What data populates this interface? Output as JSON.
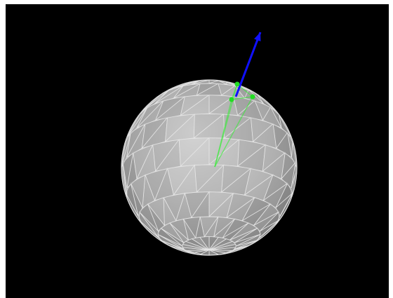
{
  "scene": {
    "background_color": "#000000",
    "sphere": {
      "fill_base": "#9a9a9a",
      "wire_color": "#e8e8e8",
      "lat_bands": 10,
      "lon_segments": 18
    },
    "vector_arrow": {
      "color": "#1010ff"
    },
    "vertex_markers": {
      "color": "#22dd22",
      "count": 3
    },
    "green_rays": {
      "color": "#33ee33",
      "count": 3
    }
  }
}
